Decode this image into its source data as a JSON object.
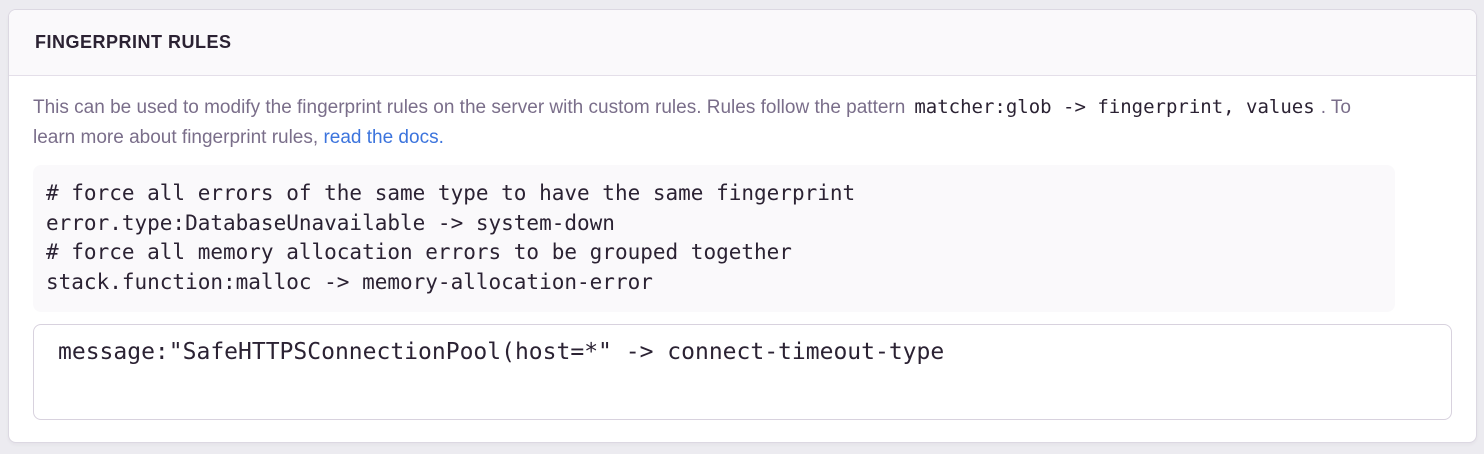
{
  "panel": {
    "title": "FINGERPRINT RULES",
    "description": {
      "line1_text": "This can be used to modify the fingerprint rules on the server with custom rules. Rules follow the pattern",
      "pattern_code": "matcher:glob -> fingerprint, values",
      "line1_after": ". To",
      "line2_text": "learn more about fingerprint rules,",
      "docs_link_label": "read the docs."
    },
    "example_code": "# force all errors of the same type to have the same fingerprint\nerror.type:DatabaseUnavailable -> system-down\n# force all memory allocation errors to be grouped together\nstack.function:malloc -> memory-allocation-error",
    "editor": {
      "value": "message:\"SafeHTTPSConnectionPool(host=*\" -> connect-timeout-type"
    },
    "colors": {
      "link": "#3c74dd",
      "heading": "#2b2233",
      "muted_text": "#7a6e8a",
      "code_text": "#2b2233",
      "panel_header_bg": "#faf9fb",
      "code_block_bg": "#faf9fb",
      "border": "#dcd8e2"
    }
  }
}
